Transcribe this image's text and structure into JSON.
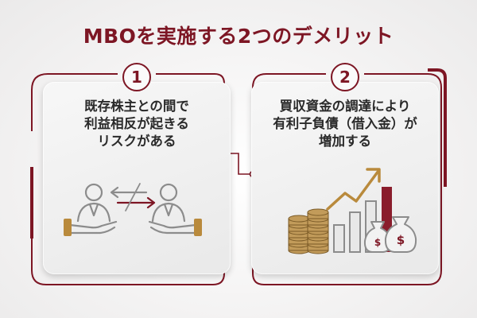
{
  "title": "MBOを実施する2つのデメリット",
  "cards": [
    {
      "number": "1",
      "lines": [
        "既存株主との間で",
        "利益相反が起きる",
        "リスクがある"
      ],
      "icon": "people-exchange-icon"
    },
    {
      "number": "2",
      "lines": [
        "買収資金の調達により",
        "有利子負債（借入金）が",
        "増加する"
      ],
      "icon": "debt-growth-chart-icon"
    }
  ],
  "colors": {
    "accent": "#7d1624",
    "gold": "#b98a3c",
    "gray": "#8c8c8c"
  }
}
